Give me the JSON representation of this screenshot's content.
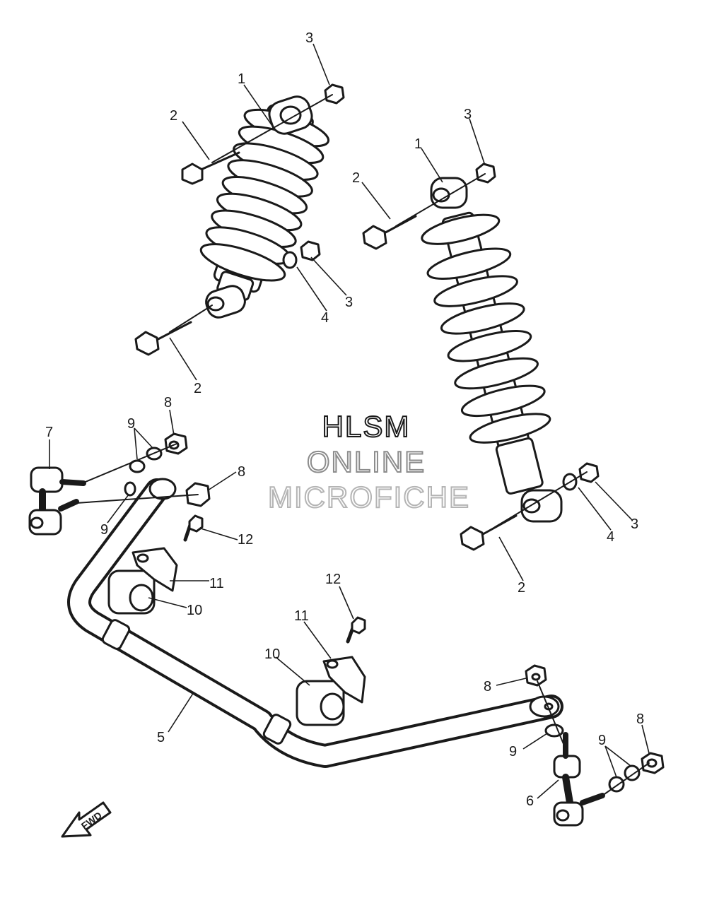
{
  "watermark": {
    "line1": "HLSM",
    "line2": "ONLINE",
    "line3": "MICROFICHE",
    "colors": [
      "#1a1a1a",
      "#8c8c8c",
      "#b4b4b4"
    ]
  },
  "fwd_label": "FWD",
  "callouts": [
    "1",
    "2",
    "3",
    "4",
    "5",
    "6",
    "7",
    "8",
    "9",
    "10",
    "11",
    "12"
  ]
}
